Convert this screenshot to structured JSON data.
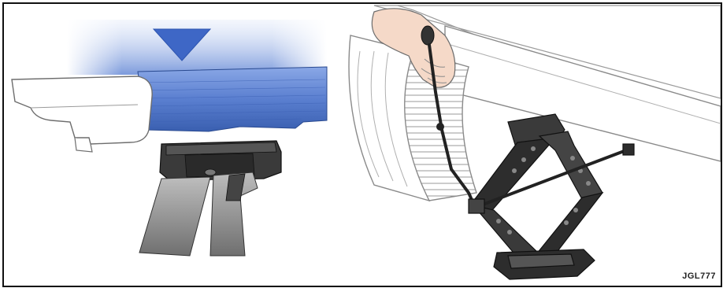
{
  "figure": {
    "reference_code": "JGL777"
  },
  "colors": {
    "frame": "#111111",
    "sill_blue": "#5a7fd0",
    "arrow_blue": "#3e67c6",
    "jack_dark": "#2d2d2d",
    "jack_mid": "#555555",
    "outline_gray": "#888888",
    "skin": "#f5d9c8"
  },
  "icons": {
    "left_panel": "jacking-point-closeup",
    "right_panel": "scissor-jack-under-vehicle",
    "arrow": "down-arrow-icon"
  }
}
